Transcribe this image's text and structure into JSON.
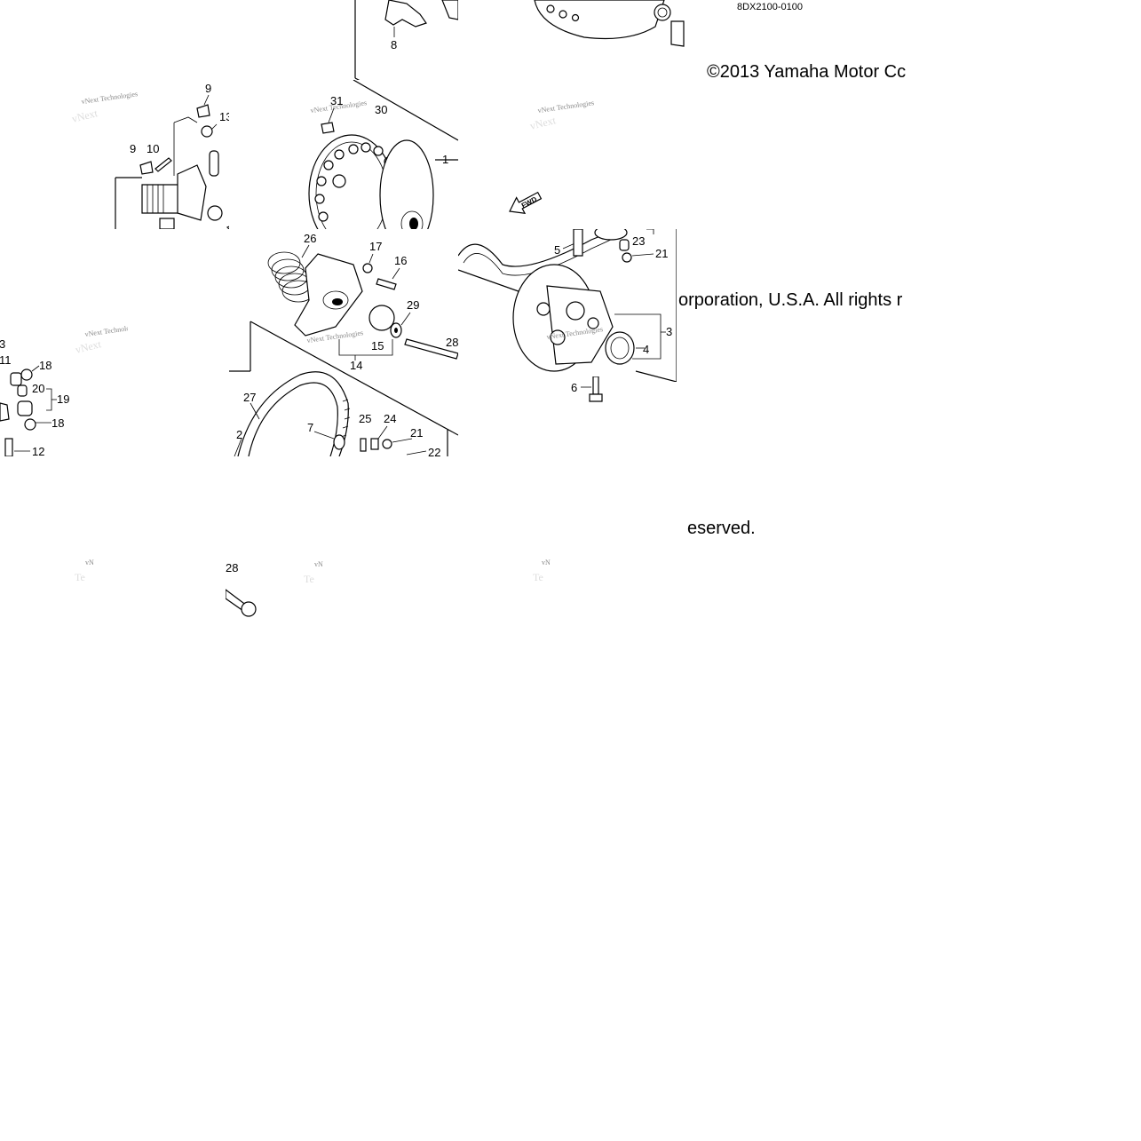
{
  "diagram": {
    "part_code": "8DX2100-0100",
    "copyright_parts": [
      "©2013 Yamaha Motor Cc",
      "orporation, U.S.A. All rights r",
      "eserved."
    ],
    "watermark": "vNext Technologies",
    "watermark_fragment": "vN",
    "fwd_label": "FWD",
    "callouts": {
      "c1": "1",
      "c2": "2",
      "c3": "3",
      "c4": "4",
      "c5": "5",
      "c6": "6",
      "c7": "7",
      "c8": "8",
      "c9": "9",
      "c10": "10",
      "c11": "11",
      "c12": "12",
      "c13": "13",
      "c14": "14",
      "c15": "15",
      "c16": "16",
      "c17": "17",
      "c18": "18",
      "c19": "19",
      "c20": "20",
      "c21": "21",
      "c22": "22",
      "c23": "23",
      "c24": "24",
      "c25": "25",
      "c26": "26",
      "c27": "27",
      "c28": "28",
      "c29": "29",
      "c30": "30",
      "c31": "31"
    }
  }
}
